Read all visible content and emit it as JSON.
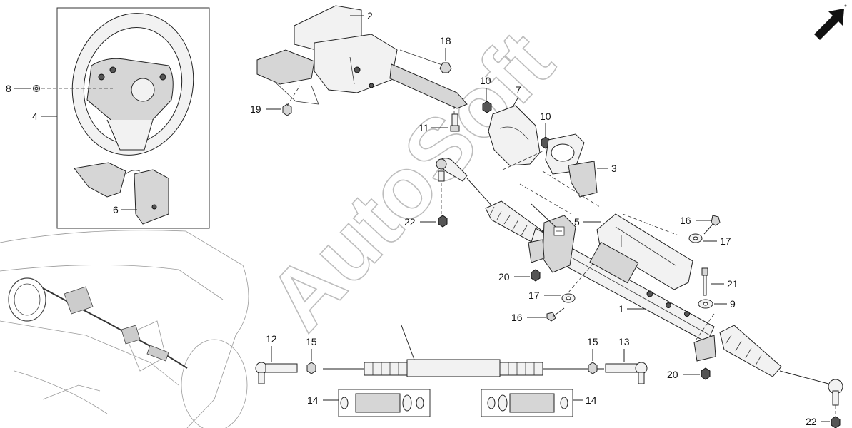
{
  "watermark": "AutoSoft",
  "icons": {
    "orientation": "direction-arrow-icon",
    "frame_mark": "frame-indicator-icon"
  },
  "callouts": {
    "c1": "1",
    "c2": "2",
    "c3": "3",
    "c4": "4",
    "c5": "5",
    "c6": "6",
    "c7": "7",
    "c8": "8",
    "c9": "9",
    "c10a": "10",
    "c10b": "10",
    "c11": "11",
    "c12": "12",
    "c13": "13",
    "c14a": "14",
    "c14b": "14",
    "c15a": "15",
    "c15b": "15",
    "c16a": "16",
    "c16b": "16",
    "c17a": "17",
    "c17b": "17",
    "c18": "18",
    "c19": "19",
    "c20a": "20",
    "c20b": "20",
    "c21": "21",
    "c22a": "22",
    "c22b": "22"
  }
}
